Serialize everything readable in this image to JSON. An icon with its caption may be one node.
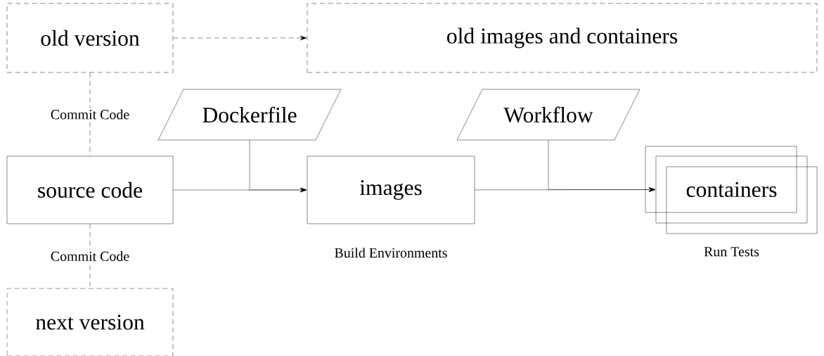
{
  "diagram": {
    "nodes": [
      {
        "text": [
          "old version"
        ]
      },
      {
        "text": [
          "old images and containers"
        ]
      },
      {
        "text": [
          "Dockerfile"
        ]
      },
      {
        "text": [
          "Workflow"
        ]
      },
      {
        "text": [
          "source code"
        ]
      },
      {
        "text": [
          "images"
        ],
        "beside": [
          "Build Environments"
        ]
      },
      {
        "text": [
          "containers"
        ],
        "beside": [
          "Run Tests"
        ]
      },
      {
        "text": [
          "next version"
        ]
      }
    ],
    "edges": [
      {
        "from": 0,
        "to": 1,
        "arrow": "to",
        "style": "dashed"
      },
      {
        "from": 0,
        "to": 4,
        "arrow": "none",
        "style": "dashed",
        "label": "Commit Code"
      },
      {
        "from": 4,
        "to": 7,
        "arrow": "none",
        "style": "dashed",
        "label": "Commit Code"
      },
      {
        "from": 4,
        "to": 5,
        "arrow": "to"
      },
      {
        "from": 2,
        "to": 5,
        "arrow": "to"
      },
      {
        "from": 5,
        "to": 6,
        "arrow": "to"
      },
      {
        "from": 3,
        "to": 6,
        "arrow": "to"
      }
    ]
  }
}
